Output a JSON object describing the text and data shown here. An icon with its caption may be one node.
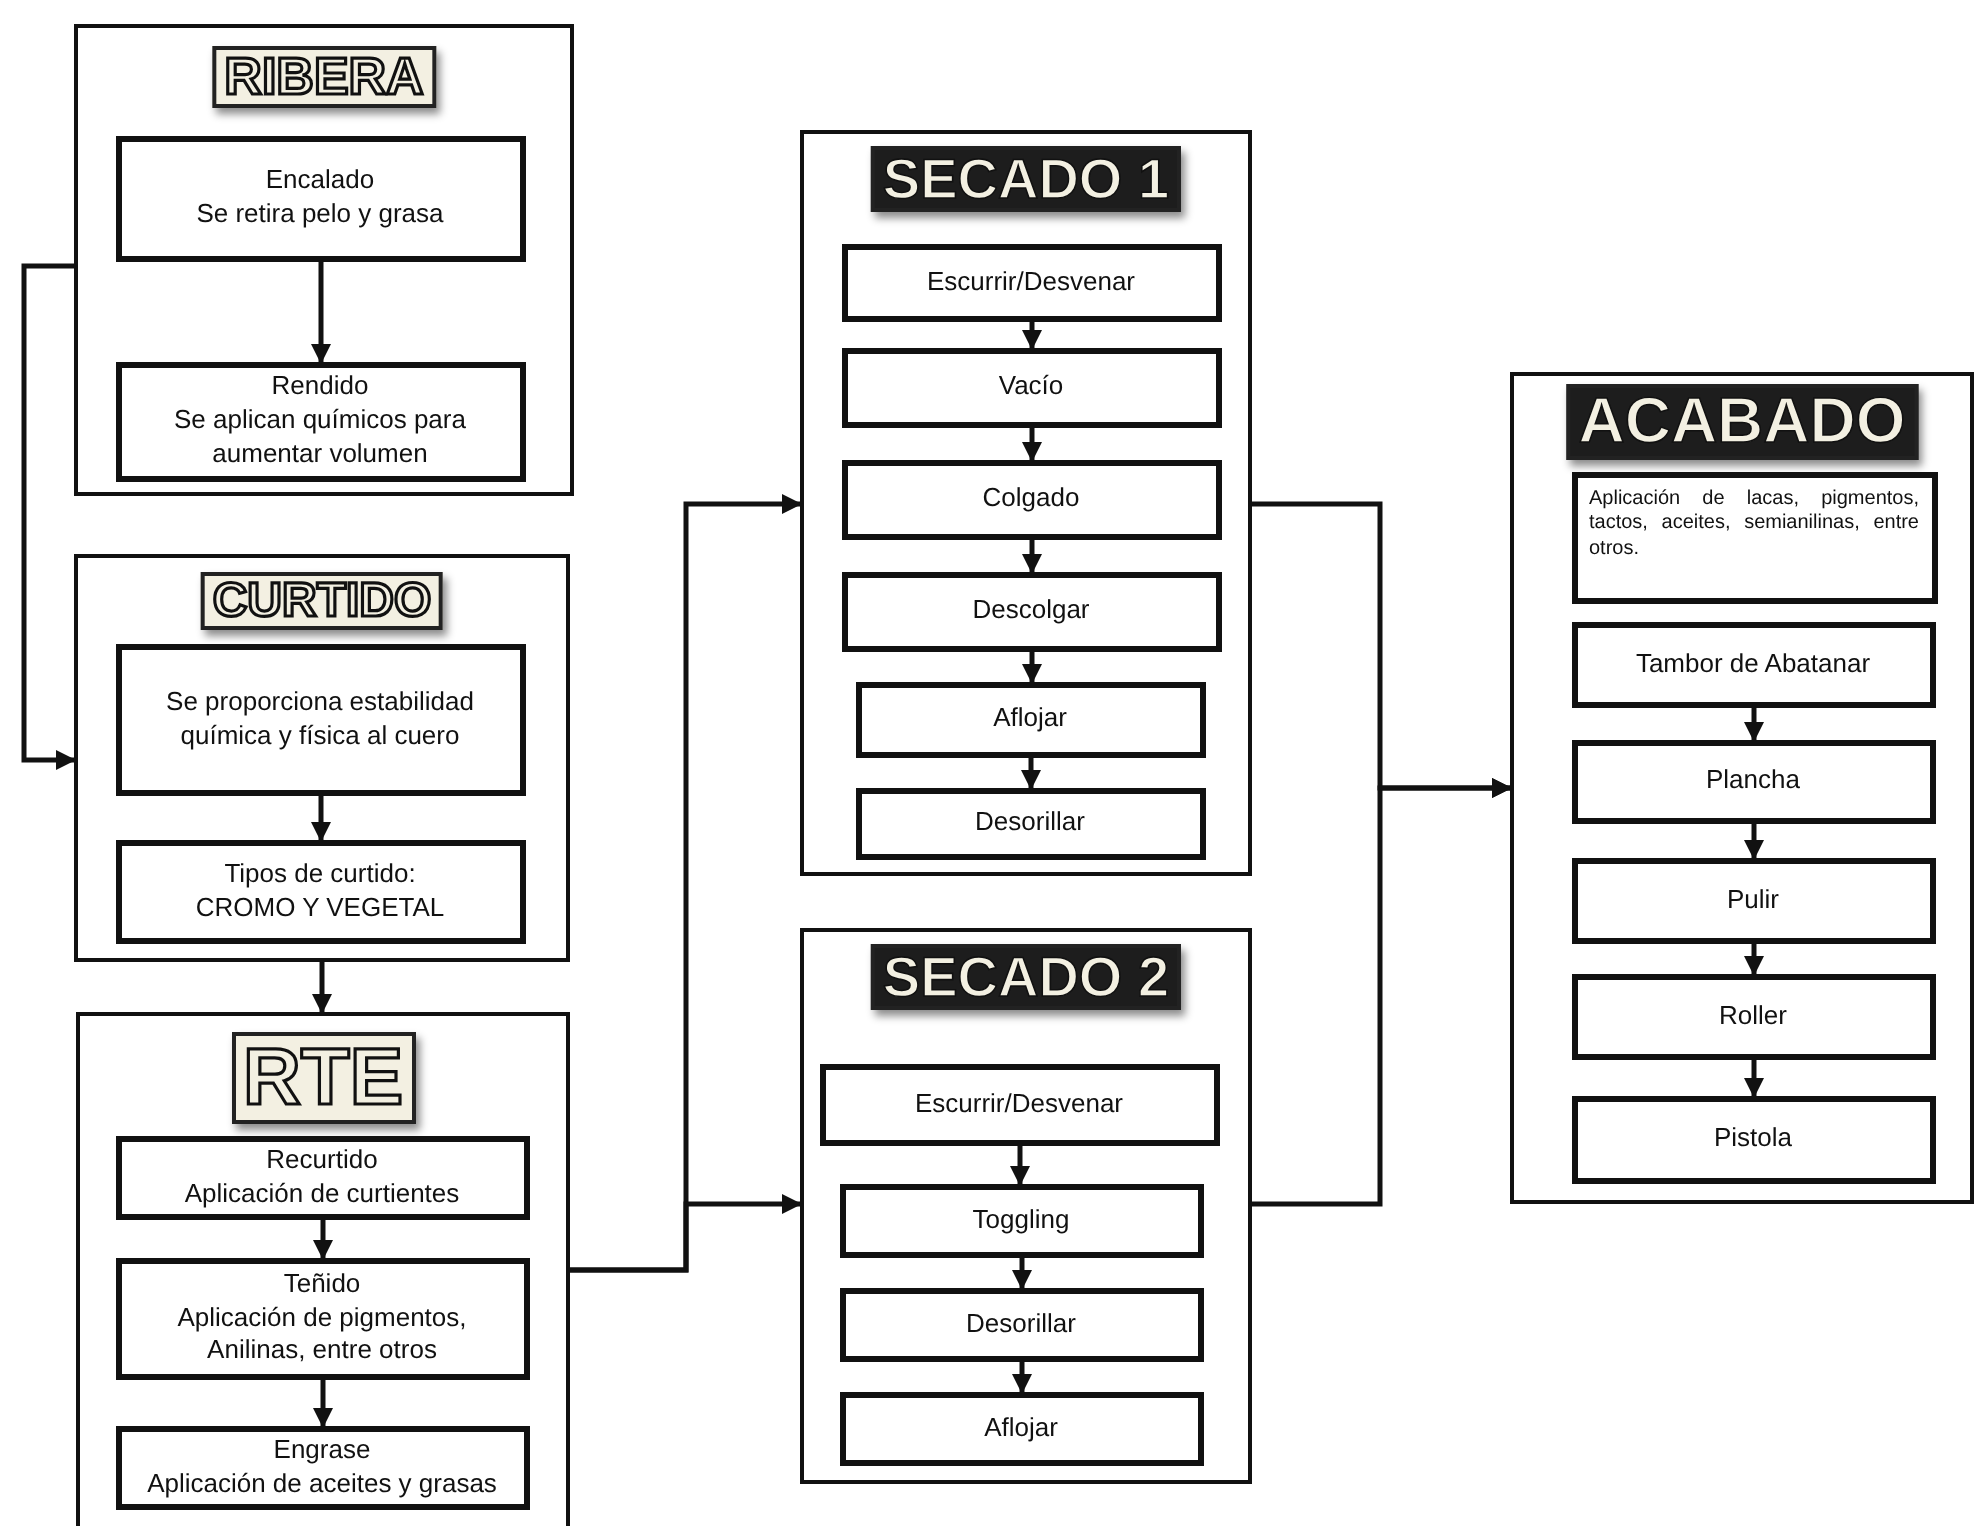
{
  "diagram": {
    "nodes": [
      {
        "text": [
          "RIBERA"
        ]
      },
      {
        "text": [
          "Encalado",
          "Se retira pelo y grasa"
        ],
        "in": 0
      },
      {
        "text": [
          "Rendido",
          "Se aplican químicos para aumentar volumen"
        ],
        "in": 0
      },
      {
        "text": [
          "CURTIDO"
        ]
      },
      {
        "text": [
          "Se proporciona estabilidad química y física al cuero"
        ],
        "in": 3
      },
      {
        "text": [
          "Tipos de curtido:",
          "CROMO Y VEGETAL"
        ],
        "in": 3
      },
      {
        "text": [
          "RTE"
        ]
      },
      {
        "text": [
          "Recurtido",
          "Aplicación de curtientes"
        ],
        "in": 6
      },
      {
        "text": [
          "Teñido",
          "Aplicación de pigmentos, Anilinas, entre otros"
        ],
        "in": 6
      },
      {
        "text": [
          "Engrase",
          "Aplicación de aceites y grasas"
        ],
        "in": 6
      },
      {
        "text": [
          "SECADO 1"
        ]
      },
      {
        "text": [
          "Escurrir/Desvenar"
        ],
        "in": 10
      },
      {
        "text": [
          "Vacío"
        ],
        "in": 10
      },
      {
        "text": [
          "Colgado"
        ],
        "in": 10
      },
      {
        "text": [
          "Descolgar"
        ],
        "in": 10
      },
      {
        "text": [
          "Aflojar"
        ],
        "in": 10
      },
      {
        "text": [
          "Desorillar"
        ],
        "in": 10
      },
      {
        "text": [
          "SECADO 2"
        ]
      },
      {
        "text": [
          "Escurrir/Desvenar"
        ],
        "in": 17
      },
      {
        "text": [
          "Toggling"
        ],
        "in": 17
      },
      {
        "text": [
          "Desorillar"
        ],
        "in": 17
      },
      {
        "text": [
          "Aflojar"
        ],
        "in": 17
      },
      {
        "text": [
          "ACABADO"
        ]
      },
      {
        "text": [
          "Aplicación de lacas, pigmentos, tactos, aceites, semianilinas, entre otros."
        ],
        "in": 22
      },
      {
        "text": [
          "Tambor de Abatanar"
        ],
        "in": 22
      },
      {
        "text": [
          "Plancha"
        ],
        "in": 22
      },
      {
        "text": [
          "Pulir"
        ],
        "in": 22
      },
      {
        "text": [
          "Roller"
        ],
        "in": 22
      },
      {
        "text": [
          "Pistola"
        ],
        "in": 22
      }
    ],
    "edges": [
      {
        "from": 1,
        "to": 2,
        "arrow": "to"
      },
      {
        "from": 0,
        "to": 3,
        "arrow": "to"
      },
      {
        "from": 4,
        "to": 5,
        "arrow": "to"
      },
      {
        "from": 3,
        "to": 6,
        "arrow": "to"
      },
      {
        "from": 7,
        "to": 8,
        "arrow": "to"
      },
      {
        "from": 8,
        "to": 9,
        "arrow": "to"
      },
      {
        "from": 6,
        "to": 10,
        "arrow": "to"
      },
      {
        "from": 6,
        "to": 17,
        "arrow": "to"
      },
      {
        "from": 11,
        "to": 12,
        "arrow": "to"
      },
      {
        "from": 12,
        "to": 13,
        "arrow": "to"
      },
      {
        "from": 13,
        "to": 14,
        "arrow": "to"
      },
      {
        "from": 14,
        "to": 15,
        "arrow": "to"
      },
      {
        "from": 15,
        "to": 16,
        "arrow": "to"
      },
      {
        "from": 10,
        "to": 22,
        "arrow": "to"
      },
      {
        "from": 17,
        "to": 22,
        "arrow": "to"
      },
      {
        "from": 18,
        "to": 19,
        "arrow": "to"
      },
      {
        "from": 19,
        "to": 20,
        "arrow": "to"
      },
      {
        "from": 20,
        "to": 21,
        "arrow": "to"
      },
      {
        "from": 24,
        "to": 25,
        "arrow": "to"
      },
      {
        "from": 25,
        "to": 26,
        "arrow": "to"
      },
      {
        "from": 26,
        "to": 27,
        "arrow": "to"
      },
      {
        "from": 27,
        "to": 28,
        "arrow": "to"
      }
    ]
  }
}
